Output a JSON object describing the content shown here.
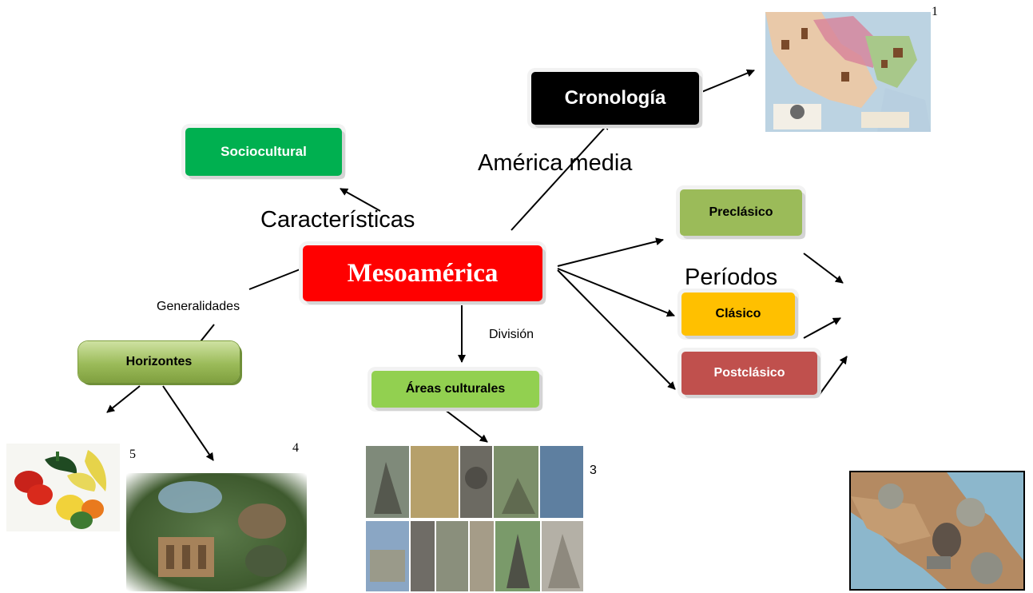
{
  "nodes": {
    "center": "Mesoamérica",
    "cronologia": "Cronología",
    "sociocultural": "Sociocultural",
    "preclasico": "Preclásico",
    "clasico": "Clásico",
    "postclasico": "Postclásico",
    "horizontes": "Horizontes",
    "areas": "Áreas culturales"
  },
  "labels": {
    "america_media": "América media",
    "caracteristicas": "Características",
    "periodos": "Períodos",
    "generalidades": "Generalidades",
    "division": "División"
  },
  "image_numbers": {
    "map": "1",
    "temples": "3",
    "culture_collage": "4",
    "peppers": "5"
  },
  "colors": {
    "center": "#ff0000",
    "cronologia": "#000000",
    "sociocultural": "#00b050",
    "preclasico": "#9bbb59",
    "clasico": "#ffc000",
    "postclasico": "#c0504d",
    "horizontes": "#9bbb59",
    "areas": "#92d050"
  }
}
